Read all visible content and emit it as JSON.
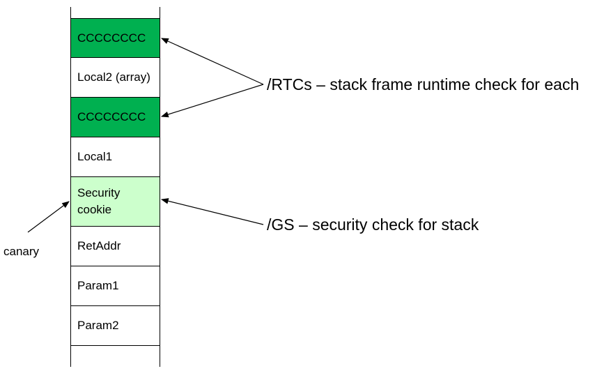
{
  "stack": {
    "cells": [
      {
        "label": "CCCCCCCC",
        "fill": "#00b050"
      },
      {
        "label": "Local2 (array)",
        "fill": "#ffffff"
      },
      {
        "label": "CCCCCCCC",
        "fill": "#00b050"
      },
      {
        "label": "Local1",
        "fill": "#ffffff"
      },
      {
        "label": "Security\ncookie",
        "fill": "#ccffcc"
      },
      {
        "label": "RetAddr",
        "fill": "#ffffff"
      },
      {
        "label": "Param1",
        "fill": "#ffffff"
      },
      {
        "label": "Param2",
        "fill": "#ffffff"
      }
    ]
  },
  "annotations": {
    "rtc": "/RTCs – stack frame runtime check for each",
    "gs": "/GS – security check for stack",
    "canary": "canary"
  }
}
